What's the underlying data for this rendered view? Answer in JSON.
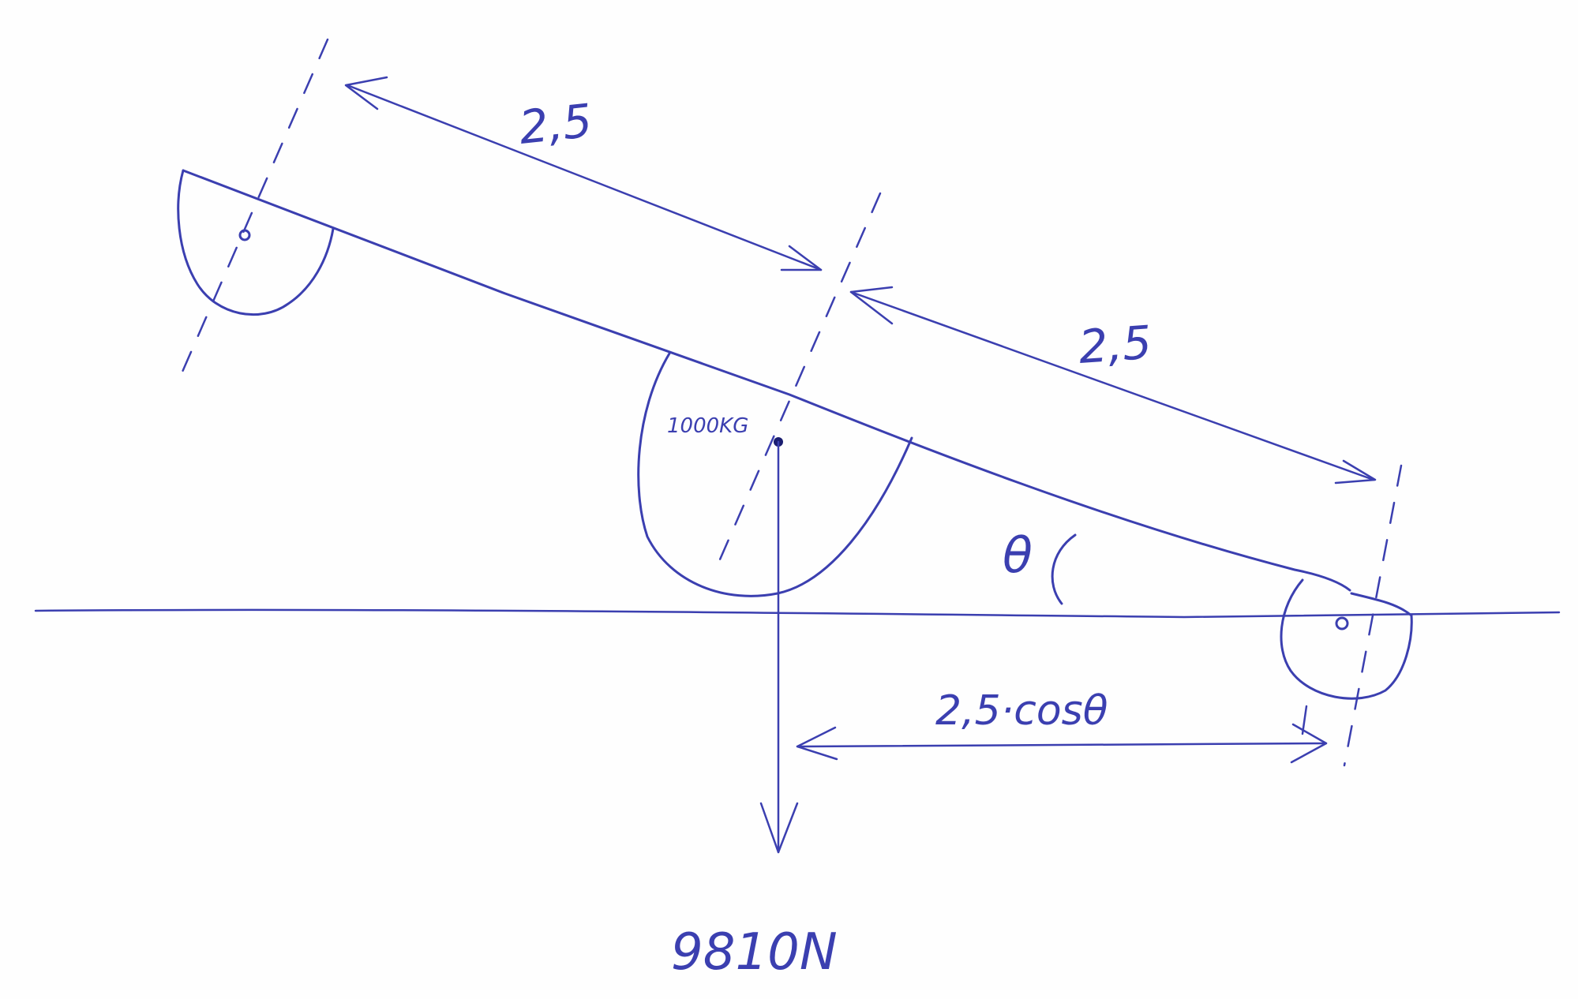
{
  "diagram": {
    "colors": {
      "ink": "#3b3fb0",
      "paper": "#fefefe"
    },
    "labels": {
      "upper_length": "2,5",
      "lower_length": "2,5",
      "mass": "1000KG",
      "angle": "θ",
      "horizontal_projection": "2,5·cosθ",
      "weight_force": "9810N"
    }
  }
}
